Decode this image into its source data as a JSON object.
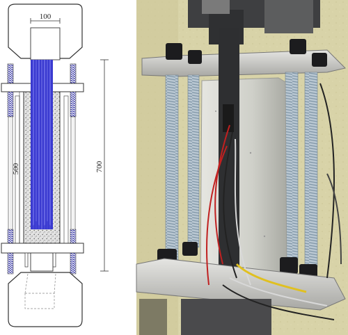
{
  "drawing": {
    "dim_top": "100",
    "dim_inner": "500",
    "dim_overall": "700"
  },
  "colors": {
    "steel_bar": "#3c3cd0",
    "threaded_rod": "#4a4aa8",
    "concrete_fill": "#d6d6d6",
    "line": "#333333",
    "photo_background": "#d9d2a4",
    "photo_specimen": "#cfd0c8"
  },
  "icons": {
    "concrete_texture": "stipple-pattern",
    "rod_thread": "hatch-pattern"
  }
}
